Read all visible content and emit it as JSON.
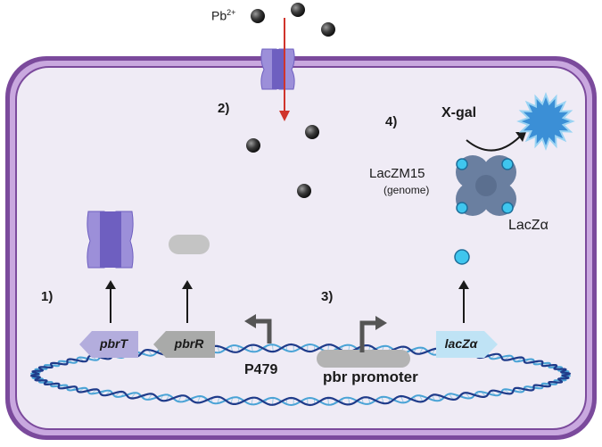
{
  "ion": {
    "label_base": "Pb",
    "label_charge": "2+"
  },
  "steps": {
    "s1": "1)",
    "s2": "2)",
    "s3": "3)",
    "s4": "4)"
  },
  "genes": {
    "pbrT": "pbrT",
    "pbrR": "pbrR",
    "lacZ": "lacZα"
  },
  "labels": {
    "p479": "P479",
    "pbr_promoter": "pbr promoter",
    "xgal": "X-gal",
    "laczm15": "LacZM15",
    "genome": "(genome)",
    "laczalpha": "LacZα"
  },
  "colors": {
    "membrane": "#7b4a9c",
    "membrane_light": "#c9a8df",
    "cytoplasm": "#efebf5",
    "channel": "#9c8fd9",
    "channel_dark": "#6e5fc0",
    "regulator": "#c4c4c4",
    "gene_pbr": "#b3addd",
    "gene_pbrR": "#a9aaa9",
    "gene_lacz": "#bfe3f5",
    "dna_blue": "#1f3b8a",
    "dna_light": "#4aa3d6",
    "lead": "#2b2b2b",
    "lacz_body": "#6a7fa0",
    "lacz_alpha": "#3fc6ee",
    "product": "#3b8fd6",
    "arrow_red": "#d0342c"
  }
}
